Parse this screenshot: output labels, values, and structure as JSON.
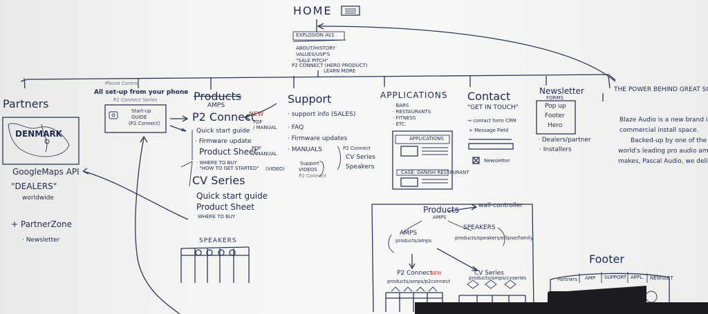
{
  "home": {
    "title": "HOME"
  },
  "hero": {
    "top": "EXPLOSION AV1",
    "lines": [
      "ABOUT/HISTORY",
      "VALUES/USP'S",
      "\"SALE PITCH\""
    ],
    "connect": "P2 CONNECT (HERO PRODUCT)",
    "learn": "LEARN MORE"
  },
  "phone": {
    "title": "Phone Control",
    "headline": "All set-up from your phone",
    "series": "P2 Connect Series",
    "guide": [
      "Start-up",
      "GUIDE",
      "(P2 Connect)"
    ]
  },
  "partners": {
    "title": "Partners",
    "map_label": "DENMARK",
    "items": [
      "GoogleMaps API",
      "\"DEALERS\"",
      "worldwide",
      "+ PartnerZone",
      "· Newsletter"
    ]
  },
  "products": {
    "title": "Products",
    "amps": "AMPS",
    "p2": "P2 Connect",
    "new": "NEW",
    "p2_items": [
      "Quick start guide",
      "· Firmware update",
      "Product Sheet",
      "· WHERE TO BUY",
      "· \"HOW TO GET STARTED\""
    ],
    "notes": [
      "PDF",
      "/ MANUAL",
      "PDF",
      "/ MANUAL",
      "(VIDEO)"
    ],
    "cv": "CV Series",
    "cv_items": [
      "Quick start guide",
      "Product Sheet",
      "WHERE TO BUY"
    ],
    "speakers": "SPEAKERS"
  },
  "support": {
    "title": "Support",
    "items": [
      "· support info (SALES)",
      "· FAQ",
      "· Firmware updates",
      "· MANUALS"
    ],
    "manual_items": [
      "P2 Connect",
      "CV Series",
      "Speakers"
    ],
    "videos": [
      "Support",
      "VIDEOS",
      "P2 Connect"
    ]
  },
  "applications": {
    "title": "APPLICATIONS",
    "items": [
      "· BARS",
      "· RESTAURANTS",
      "· FITNESS",
      "· ETC."
    ],
    "box_header": "APPLICATIONS",
    "case": "CASE: DANISH RESTAURANT"
  },
  "contact": {
    "title": "Contact",
    "sub": "\"GET IN TOUCH\"",
    "items": [
      "→ contact form CRM",
      "+ Message Field"
    ],
    "newsletter": "Newsletter"
  },
  "newsletter": {
    "title": "Newsletter",
    "forms": "FORMS",
    "items": [
      "Pop up",
      "Footer",
      "Hero"
    ],
    "after": [
      "· Dealers/partner",
      "· Installers"
    ]
  },
  "about": {
    "title": "THE POWER BEHIND GREAT SO",
    "lines": [
      "Blaze Audio is a new brand i",
      "commercial install space.",
      "Backed-up by one of the",
      "world's leading pro audio amplif",
      "makes, Pascal Audio, we delive"
    ]
  },
  "diagram": {
    "products": "Products",
    "amps_sub": "AMPS",
    "wall": "wall-controller",
    "amps": "AMPS",
    "amps_path": "products/amps",
    "speakers": "SPEAKERS",
    "speakers_path": "products/speakers/ellipse/family",
    "p2": "P2 Connect",
    "new": "NEW",
    "p2_path": "products/amps/p2connect",
    "cv": "CV Series",
    "cv_path": "products/amps/cvseries"
  },
  "footer": {
    "title": "Footer",
    "cells": [
      "Partners",
      "AMP",
      "SUPPORT",
      "APPL.",
      "NEWSLET"
    ]
  }
}
